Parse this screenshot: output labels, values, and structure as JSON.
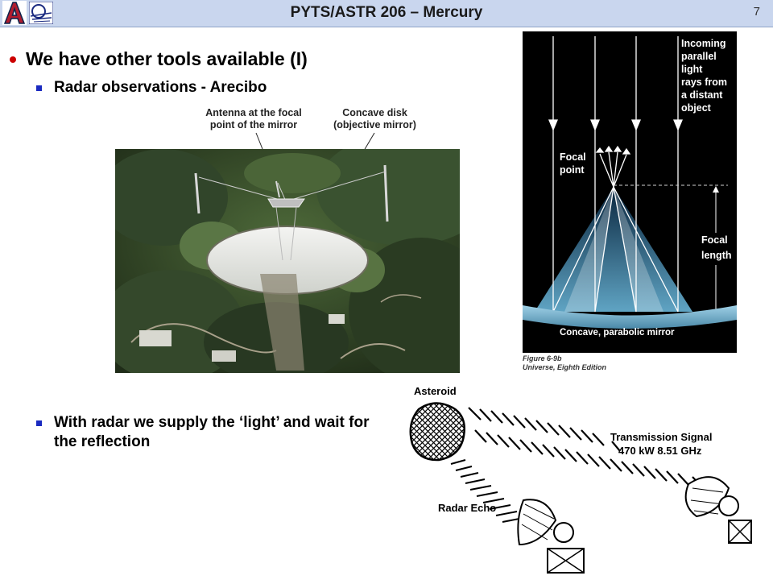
{
  "header": {
    "title": "PYTS/ASTR 206 – Mercury",
    "page_number": "7"
  },
  "bullets": {
    "main": "We have other tools available (I)",
    "sub1": "Radar observations - Arecibo",
    "sub2": "With radar we supply the ‘light’ and wait for the reflection"
  },
  "photo": {
    "annotation_antenna": "Antenna at the focal point of the mirror",
    "annotation_disk": "Concave disk (objective mirror)"
  },
  "figure": {
    "incoming_label": [
      "Incoming",
      "parallel",
      "light",
      "rays from",
      "a distant",
      "object"
    ],
    "focal_point_label": [
      "Focal",
      "point"
    ],
    "focal_length_label": [
      "Focal",
      "length"
    ],
    "mirror_label": "Concave, parabolic mirror",
    "caption_line1": "Figure 6-9b",
    "caption_line2": "Universe, Eighth Edition"
  },
  "radar": {
    "asteroid_label": "Asteroid",
    "transmission_label": "Transmission Signal",
    "transmission_specs": "470 kW  8.51 GHz",
    "echo_label": "Radar Echo"
  },
  "colors": {
    "header_bg": "#c9d6ee",
    "bullet_dot": "#cc0000",
    "sub_bullet": "#1a2ac0"
  }
}
